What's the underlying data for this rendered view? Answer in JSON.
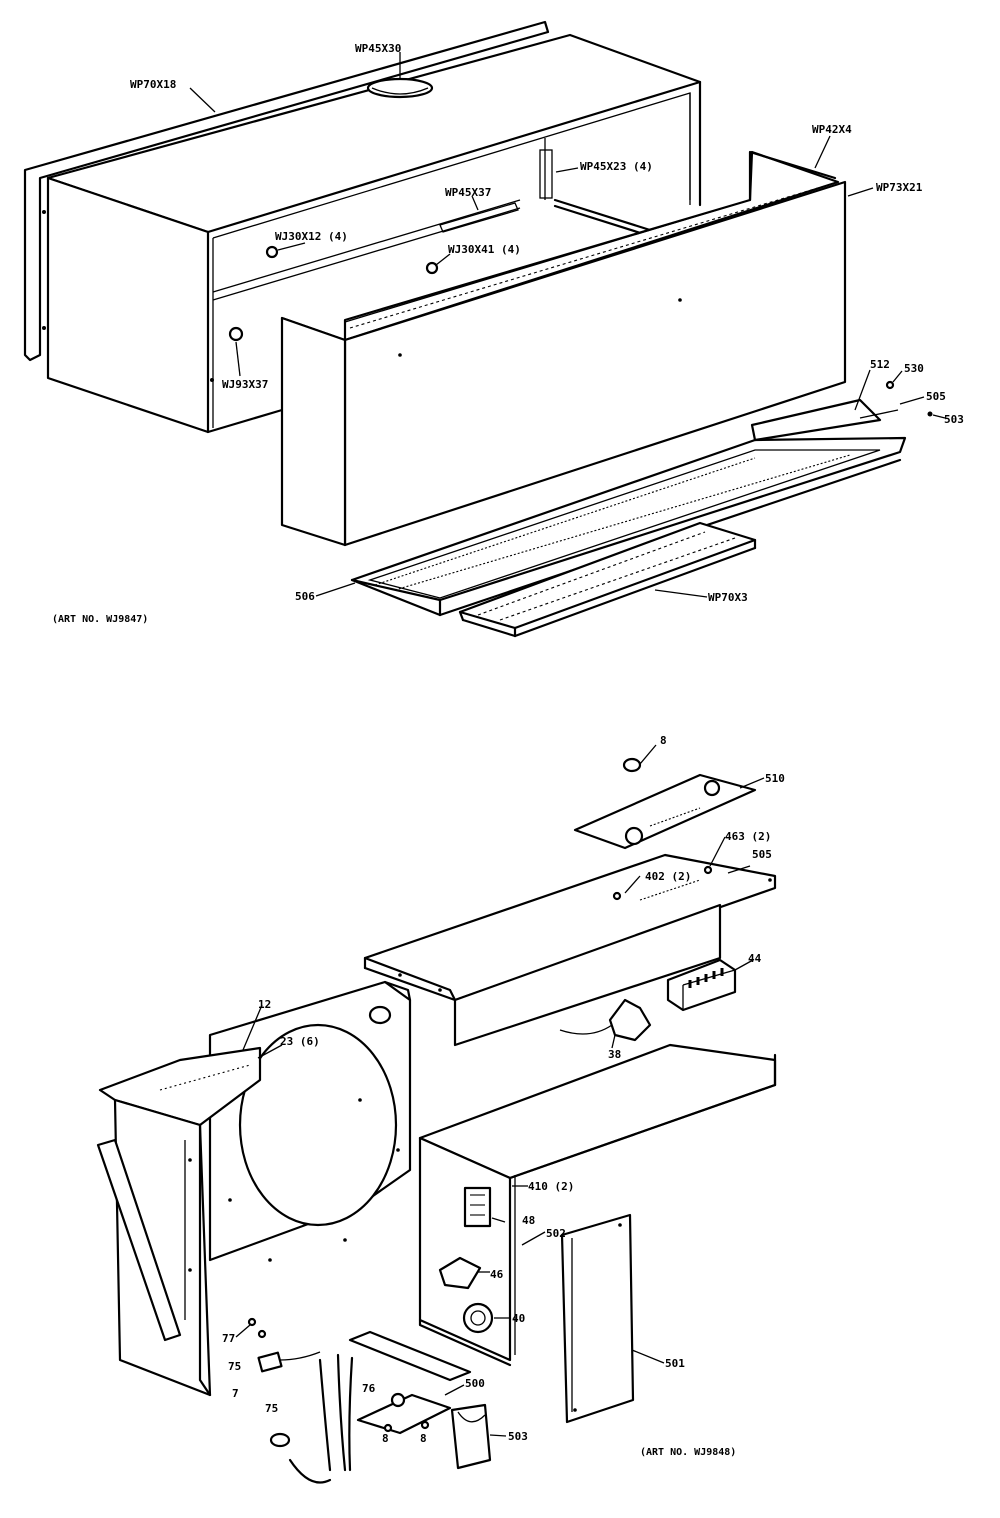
{
  "top_diagram": {
    "art_no": "(ART NO. WJ9847)",
    "labels": {
      "case": "WP70X18",
      "handle": "WP45X30",
      "rail": "WP45X37",
      "bracket": "WP45X23 (4)",
      "screw_a": "WJ30X12 (4)",
      "screw_b": "WJ30X41 (4)",
      "clip": "WJ93X37",
      "top_left": "WP42X4",
      "front_panel": "WP73X21",
      "right_a": "512",
      "right_b": "530",
      "right_c": "505",
      "right_d": "503",
      "grille": "WP70X3",
      "louver": "506"
    }
  },
  "bottom_diagram": {
    "art_no": "(ART NO. WJ9848)",
    "labels": {
      "knob": "8",
      "plate": "510",
      "screws": "463 (2)",
      "brk": "505",
      "strip": "402 (2)",
      "terminal": "44",
      "shroud": "12",
      "grommet": "23 (6)",
      "relay": "38",
      "cap_screw": "410 (2)",
      "cap": "40",
      "bolt": "502",
      "switch": "48",
      "thermo": "46",
      "door": "501",
      "wires": "77",
      "conn": "75",
      "plug": "7",
      "base": "500",
      "base_screw": "76",
      "cord": "75",
      "small_a": "8",
      "small_b": "8",
      "cover": "503"
    }
  }
}
